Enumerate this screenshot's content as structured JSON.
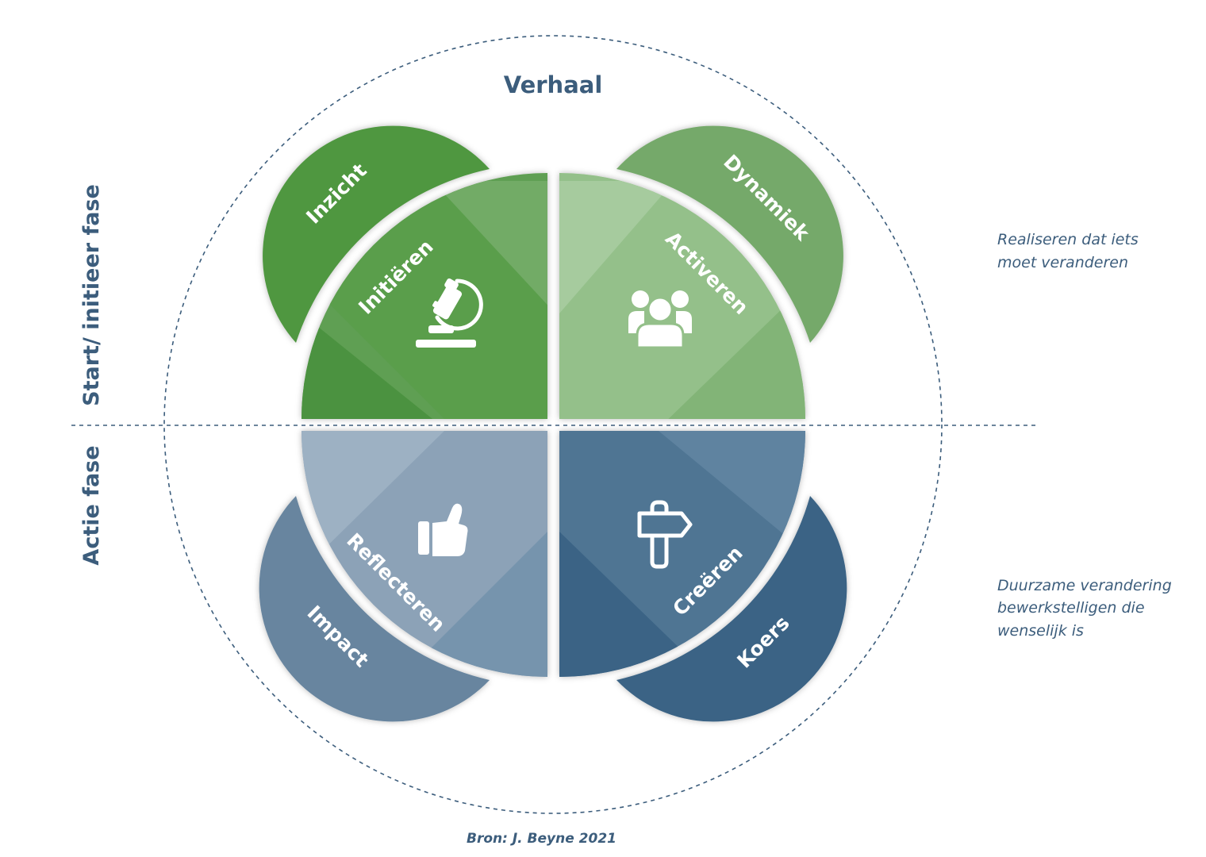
{
  "title": "Verhaal",
  "phases": {
    "top": "Start/ initieer fase",
    "bottom": "Actie fase"
  },
  "notes": {
    "top": [
      "Realiseren dat iets",
      "moet veranderen"
    ],
    "bottom": [
      "Duurzame verandering",
      "bewerkstelligen die",
      "wenselijk is"
    ]
  },
  "quadrants": [
    {
      "id": "tl",
      "inner_label": "Initiëren",
      "outer_label": "Inzicht",
      "icon": "microscope-icon",
      "outer_color": "#4f9741"
    },
    {
      "id": "tr",
      "inner_label": "Activeren",
      "outer_label": "Dynamiek",
      "icon": "people-group-icon",
      "outer_color": "#75a96a"
    },
    {
      "id": "bl",
      "inner_label": "Reflecteren",
      "outer_label": "Impact",
      "icon": "thumbs-up-icon",
      "outer_color": "#67859f"
    },
    {
      "id": "br",
      "inner_label": "Creëren",
      "outer_label": "Koers",
      "icon": "signpost-icon",
      "outer_color": "#3a6385"
    }
  ],
  "colors": {
    "accent": "#3c5d7c"
  },
  "credit": "Bron: J. Beyne 2021"
}
